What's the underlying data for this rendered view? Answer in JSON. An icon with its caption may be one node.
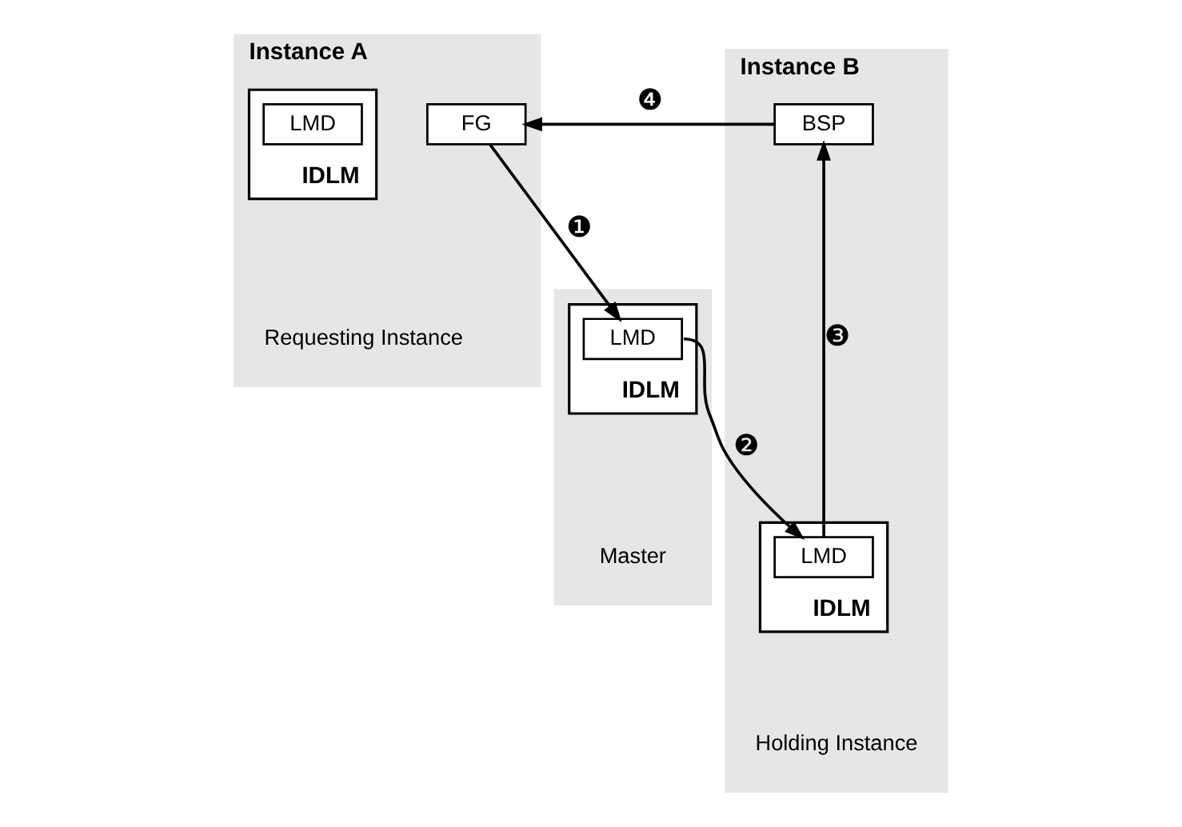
{
  "diagram": {
    "nodes": [
      {
        "text": [
          "Instance A"
        ],
        "beside": [
          "Requesting Instance"
        ]
      },
      {
        "text": [
          "FG"
        ],
        "in": 0
      },
      {
        "text": [
          "IDLM"
        ],
        "in": 0
      },
      {
        "text": [
          "LMD"
        ],
        "in": 2
      },
      {
        "text": [],
        "shape": "box",
        "beside": [
          "Master"
        ]
      },
      {
        "text": [
          "IDLM"
        ],
        "in": 4
      },
      {
        "text": [
          "LMD"
        ],
        "in": 5
      },
      {
        "text": [
          "Instance B"
        ],
        "beside": [
          "Holding Instance"
        ]
      },
      {
        "text": [
          "BSP"
        ],
        "in": 7
      },
      {
        "text": [
          "IDLM"
        ],
        "in": 7
      },
      {
        "text": [
          "LMD"
        ],
        "in": 9
      }
    ],
    "edges": [
      {
        "from": 1,
        "to": 6,
        "arrow": "to",
        "label": "❶"
      },
      {
        "from": 6,
        "to": 10,
        "arrow": "to",
        "label": "❷"
      },
      {
        "from": 10,
        "to": 8,
        "arrow": "to",
        "label": "❸"
      },
      {
        "from": 8,
        "to": 1,
        "arrow": "to",
        "label": "❹"
      }
    ]
  }
}
